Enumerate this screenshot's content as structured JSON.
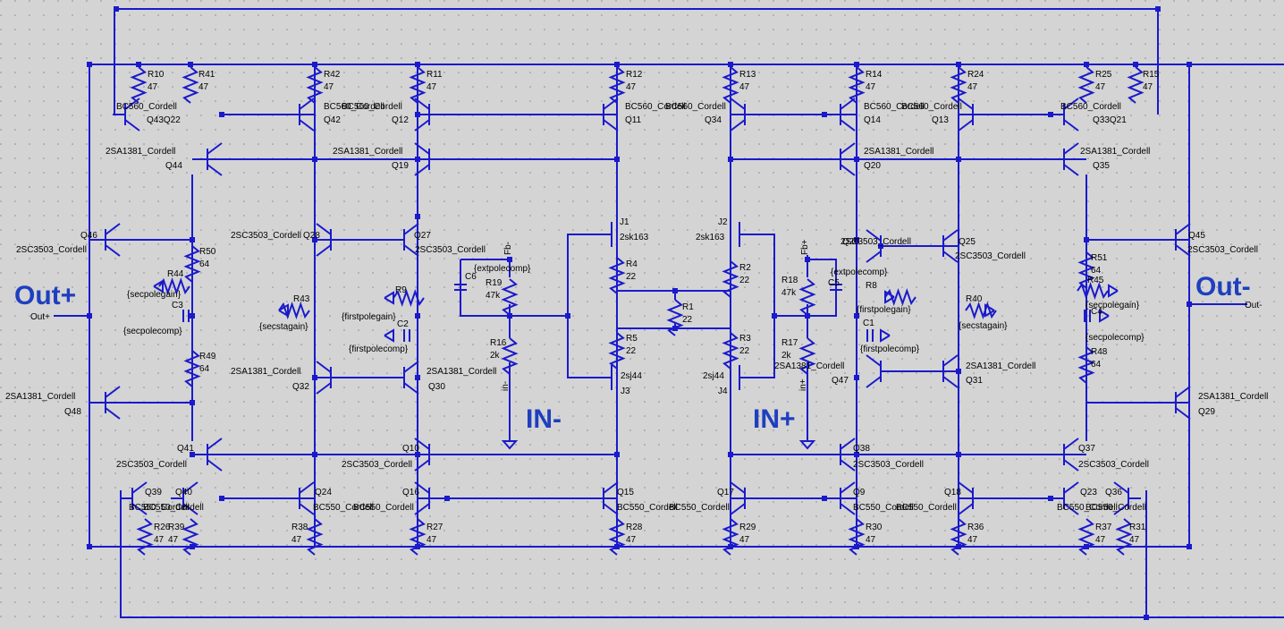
{
  "big_labels": {
    "out_plus": "Out+",
    "out_minus": "Out-",
    "in_minus": "IN-",
    "in_plus": "IN+"
  },
  "net_labels": {
    "out_plus": "Out+",
    "out_minus": "Out-",
    "in_minus": "in-",
    "in_plus": "in+",
    "fb_minus": "Fb-",
    "fb_plus": "Fb+"
  },
  "resistors": [
    {
      "ref": "R10",
      "val": "47"
    },
    {
      "ref": "R41",
      "val": "47"
    },
    {
      "ref": "R42",
      "val": "47"
    },
    {
      "ref": "R11",
      "val": "47"
    },
    {
      "ref": "R12",
      "val": "47"
    },
    {
      "ref": "R13",
      "val": "47"
    },
    {
      "ref": "R14",
      "val": "47"
    },
    {
      "ref": "R24",
      "val": "47"
    },
    {
      "ref": "R25",
      "val": "47"
    },
    {
      "ref": "R15",
      "val": "47"
    },
    {
      "ref": "R26",
      "val": "47"
    },
    {
      "ref": "R39",
      "val": "47"
    },
    {
      "ref": "R38",
      "val": "47"
    },
    {
      "ref": "R27",
      "val": "47"
    },
    {
      "ref": "R28",
      "val": "47"
    },
    {
      "ref": "R29",
      "val": "47"
    },
    {
      "ref": "R30",
      "val": "47"
    },
    {
      "ref": "R36",
      "val": "47"
    },
    {
      "ref": "R37",
      "val": "47"
    },
    {
      "ref": "R31",
      "val": "47"
    },
    {
      "ref": "R50",
      "val": "64"
    },
    {
      "ref": "R49",
      "val": "64"
    },
    {
      "ref": "R51",
      "val": "64"
    },
    {
      "ref": "R48",
      "val": "64"
    },
    {
      "ref": "R4",
      "val": "22"
    },
    {
      "ref": "R2",
      "val": "22"
    },
    {
      "ref": "R1",
      "val": "22"
    },
    {
      "ref": "R5",
      "val": "22"
    },
    {
      "ref": "R3",
      "val": "22"
    },
    {
      "ref": "R19",
      "val": "47k"
    },
    {
      "ref": "R16",
      "val": "2k"
    },
    {
      "ref": "R18",
      "val": "47k"
    },
    {
      "ref": "R17",
      "val": "2k"
    },
    {
      "ref": "R44",
      "val": "{secpolegain}"
    },
    {
      "ref": "R43",
      "val": "{secstagain}"
    },
    {
      "ref": "R9",
      "val": "{firstpolegain}"
    },
    {
      "ref": "R8",
      "val": "{firstpolegain}"
    },
    {
      "ref": "R40",
      "val": "{secstagain}"
    },
    {
      "ref": "R45",
      "val": "{secpolegain}"
    }
  ],
  "capacitors": [
    {
      "ref": "C3",
      "val": "{secpolecomp}"
    },
    {
      "ref": "C2",
      "val": "{firstpolecomp}"
    },
    {
      "ref": "C6",
      "val": "{extpolecomp}"
    },
    {
      "ref": "C5",
      "val": "{extpolecomp}"
    },
    {
      "ref": "C1",
      "val": "{firstpolecomp}"
    },
    {
      "ref": "C4",
      "val": "{secpolecomp}"
    }
  ],
  "transistors": [
    {
      "ref": "Q43Q22",
      "model": "BC560_Cordell"
    },
    {
      "ref": "Q42",
      "model": "BC560_Cordell"
    },
    {
      "ref": "Q12",
      "model": "BC560_Cordell"
    },
    {
      "ref": "Q11",
      "model": "BC560_Cordell"
    },
    {
      "ref": "Q34",
      "model": "BC560_Cordell"
    },
    {
      "ref": "Q14",
      "model": "BC560_Cordell"
    },
    {
      "ref": "Q13",
      "model": "BC560_Cordell"
    },
    {
      "ref": "Q33Q21",
      "model": "BC560_Cordell"
    },
    {
      "ref": "Q44",
      "model": "2SA1381_Cordell"
    },
    {
      "ref": "Q19",
      "model": "2SA1381_Cordell"
    },
    {
      "ref": "Q20",
      "model": "2SA1381_Cordell"
    },
    {
      "ref": "Q35",
      "model": "2SA1381_Cordell"
    },
    {
      "ref": "Q46",
      "model": "2SC3503_Cordell"
    },
    {
      "ref": "Q28",
      "model": "2SC3503_Cordell"
    },
    {
      "ref": "Q27",
      "model": "2SC3503_Cordell"
    },
    {
      "ref": "Q26",
      "model": "2SC3503_Cordell"
    },
    {
      "ref": "Q25",
      "model": "2SC3503_Cordell"
    },
    {
      "ref": "Q45",
      "model": "2SC3503_Cordell"
    },
    {
      "ref": "Q32",
      "model": "2SA1381_Cordell"
    },
    {
      "ref": "Q30",
      "model": "2SA1381_Cordell"
    },
    {
      "ref": "Q47",
      "model": "2SA1381_Cordell"
    },
    {
      "ref": "Q31",
      "model": "2SA1381_Cordell"
    },
    {
      "ref": "Q48",
      "model": "2SA1381_Cordell"
    },
    {
      "ref": "Q29",
      "model": "2SA1381_Cordell"
    },
    {
      "ref": "Q41",
      "model": "2SC3503_Cordell"
    },
    {
      "ref": "Q10",
      "model": "2SC3503_Cordell"
    },
    {
      "ref": "Q38",
      "model": "2SC3503_Cordell"
    },
    {
      "ref": "Q37",
      "model": "2SC3503_Cordell"
    },
    {
      "ref": "Q39",
      "model": "BC550_Cordell"
    },
    {
      "ref": "Q40",
      "model": "BC550_Cordell"
    },
    {
      "ref": "Q24",
      "model": "BC550_Cordell"
    },
    {
      "ref": "Q16",
      "model": "BC550_Cordell"
    },
    {
      "ref": "Q15",
      "model": "BC550_Cordell"
    },
    {
      "ref": "Q17",
      "model": "BC550_Cordell"
    },
    {
      "ref": "Q9",
      "model": "BC550_Cordell"
    },
    {
      "ref": "Q18",
      "model": "BC550_Cordell"
    },
    {
      "ref": "Q23",
      "model": "BC550_Cordell"
    },
    {
      "ref": "Q36",
      "model": "BC550_Cordell"
    }
  ],
  "jfets": [
    {
      "ref": "J1",
      "model": "2sk163"
    },
    {
      "ref": "J2",
      "model": "2sk163"
    },
    {
      "ref": "J3",
      "model": "2sj44"
    },
    {
      "ref": "J4",
      "model": "2sj44"
    }
  ]
}
